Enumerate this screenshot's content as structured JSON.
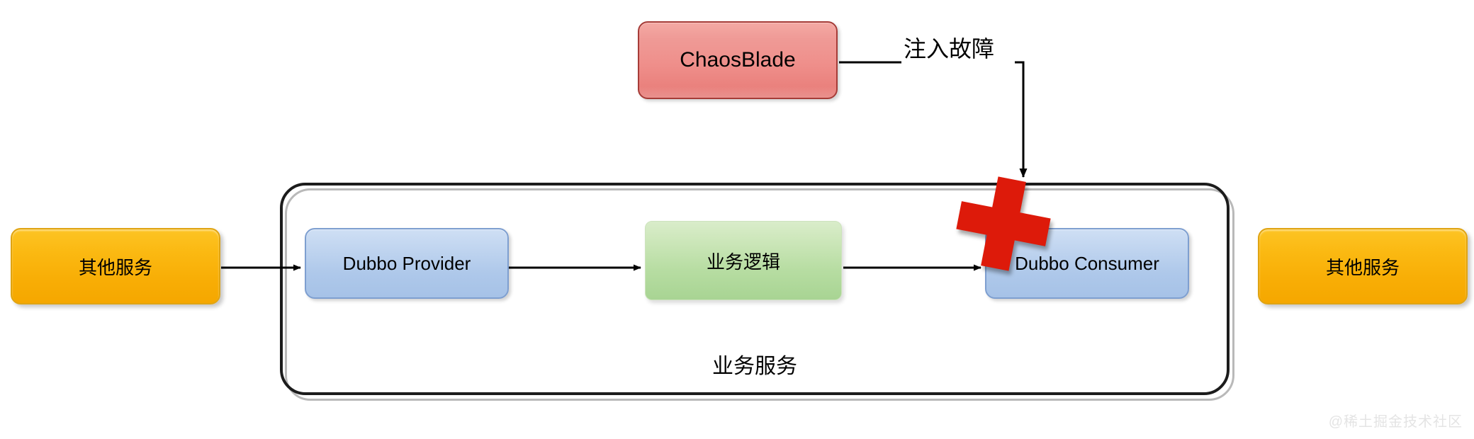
{
  "diagram": {
    "title": "ChaosBlade Dubbo fault injection architecture",
    "colors": {
      "chaosblade_fill": "#ef8f8b",
      "chaosblade_border": "#a63c38",
      "orange_fill": "#fbb912",
      "orange_border": "#e0a412",
      "blue_fill": "#b9cfec",
      "blue_border": "#7e9fd0",
      "green_fill": "#b7dda2",
      "cross_red": "#dd1a0a",
      "container_border": "#1c1c1c",
      "line": "#000000",
      "watermark": "#e4e4e4"
    }
  },
  "nodes": {
    "chaosblade": {
      "label": "ChaosBlade"
    },
    "other_service_left": {
      "label": "其他服务"
    },
    "other_service_right": {
      "label": "其他服务"
    },
    "dubbo_provider": {
      "label": "Dubbo Provider"
    },
    "business_logic": {
      "label": "业务逻辑"
    },
    "dubbo_consumer": {
      "label": "Dubbo Consumer"
    }
  },
  "container": {
    "label": "业务服务"
  },
  "edges": {
    "inject_fault": {
      "label": "注入故障"
    }
  },
  "marks": {
    "fault_cross": {
      "name": "fault-cross-mark"
    }
  },
  "watermark": {
    "text": "@稀土掘金技术社区"
  }
}
